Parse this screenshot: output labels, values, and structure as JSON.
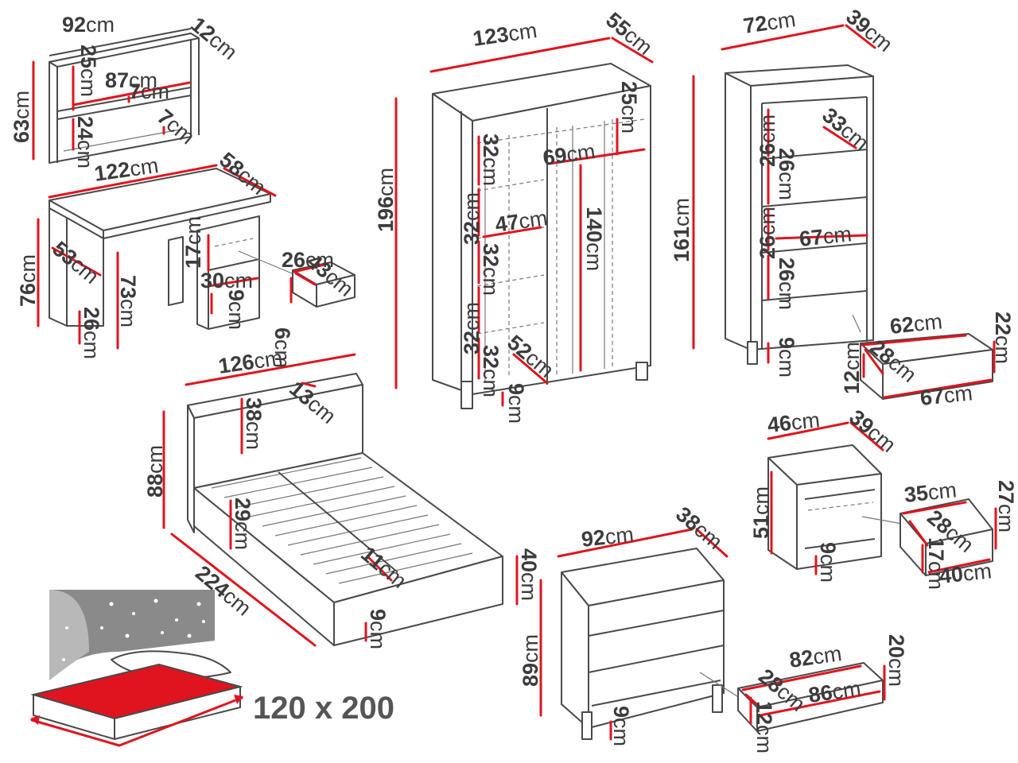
{
  "colors": {
    "accent": "#e0141e",
    "line": "#4a4a4a",
    "text": "#3c3c3c",
    "panel": "#8a8a8a"
  },
  "mattress_caption": "120 x 200",
  "unit": "cm",
  "dimensions": {
    "shelf_width": "92",
    "shelf_depth": "12",
    "shelf_height": "63",
    "shelf_top_gap": "25",
    "shelf_inner_width": "87",
    "shelf_mid_gap": "7",
    "shelf_bottom_gap": "24",
    "shelf_lip": "7",
    "desk_width": "122",
    "desk_depth": "58",
    "desk_height": "76",
    "desk_knee_depth": "53",
    "desk_knee_height": "73",
    "desk_leg": "26",
    "desk_drawer_gap": "17",
    "desk_drawer_w": "30",
    "desk_plinth": "9",
    "desk_drawer_front": "26",
    "desk_drawer_depth": "43",
    "desk_drawer_h": "6",
    "wardrobe_width": "123",
    "wardrobe_depth": "55",
    "wardrobe_height": "196",
    "wardrobe_top": "25",
    "wardrobe_rail_width": "69",
    "wardrobe_hang": "140",
    "wardrobe_shelf_w": "47",
    "wardrobe_shelf_d": "52",
    "wardrobe_shelf_1": "32",
    "wardrobe_shelf_2": "32",
    "wardrobe_shelf_3": "32",
    "wardrobe_shelf_4": "32",
    "wardrobe_shelf_5": "32",
    "wardrobe_plinth": "9",
    "bookcase_width": "72",
    "bookcase_depth": "39",
    "bookcase_height": "161",
    "bookcase_shelf_d": "33",
    "bookcase_s1": "26",
    "bookcase_s2": "26",
    "bookcase_s3": "26",
    "bookcase_s4": "26",
    "bookcase_inner": "67",
    "bookcase_plinth": "9",
    "bookcase_drawer_w": "62",
    "bookcase_drawer_h": "22",
    "bookcase_drawer_d": "28",
    "bookcase_drawer_side": "12",
    "bookcase_drawer_front": "67",
    "bed_width": "126",
    "bed_head_depth": "13",
    "bed_head_height": "88",
    "bed_panel": "38",
    "bed_side": "29",
    "bed_length": "224",
    "bed_rail": "11",
    "bed_foot": "40",
    "bed_plinth": "9",
    "night_width": "46",
    "night_depth": "39",
    "night_height": "51",
    "night_plinth": "9",
    "night_drawer_w": "35",
    "night_drawer_h": "27",
    "night_drawer_d": "28",
    "night_drawer_side": "17",
    "night_drawer_front": "40",
    "chest_width": "92",
    "chest_depth": "38",
    "chest_height": "89",
    "chest_plinth": "9",
    "chest_drawer_w": "82",
    "chest_drawer_h": "20",
    "chest_drawer_d": "28",
    "chest_drawer_side": "12",
    "chest_drawer_front": "86"
  }
}
